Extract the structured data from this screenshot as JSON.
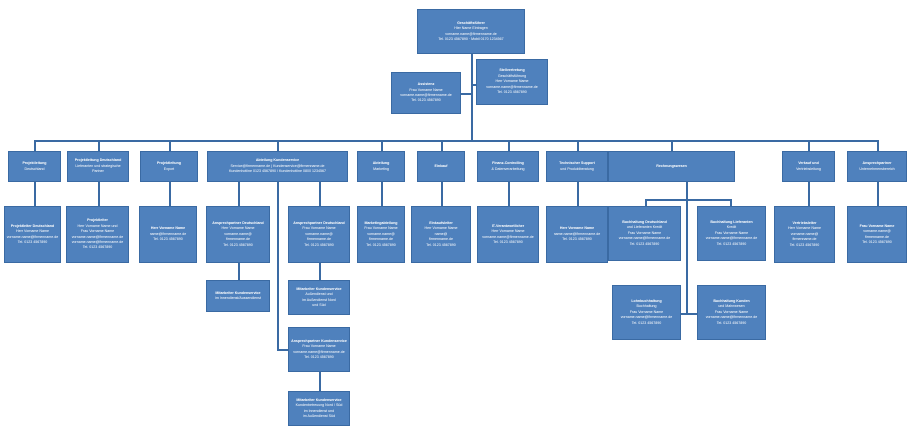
{
  "org_chart": {
    "boxes": [
      {
        "id": "root",
        "lines": [
          "Geschäftsführer",
          "Hier Name Eintragen",
          "vorname.name@firmenname.de",
          "Tel. 0123 4567890 · Mobil 0170 1234567"
        ]
      },
      {
        "id": "a1",
        "lines": [
          "Assistenz",
          "Frau Vorname Name",
          "vorname.name@firmenname.de",
          "Tel. 0123 4567890"
        ]
      },
      {
        "id": "a2",
        "lines": [
          "Stellvertretung",
          "Geschäftsführung",
          "Herr Vorname Name",
          "vorname.name@firmenname.de",
          "Tel. 0123 4567890"
        ]
      },
      {
        "id": "d1",
        "lines": [
          "Projektleitung",
          "Deutschland"
        ]
      },
      {
        "id": "d2",
        "lines": [
          "Projektleitung Deutschland",
          "Lieferanten und strategische",
          "Partner"
        ]
      },
      {
        "id": "d3",
        "lines": [
          "Projektleitung",
          "Export"
        ]
      },
      {
        "id": "d4",
        "lines": [
          "Abteilung Kundenservice",
          "Service@firmenname.de | Kundenservice@firmenname.de",
          "Kundenhotline 0123 4567890 / Kundenhotline 0800 1234567"
        ]
      },
      {
        "id": "d5",
        "lines": [
          "Abteilung",
          "Marketing"
        ]
      },
      {
        "id": "d6",
        "lines": [
          "Einkauf"
        ]
      },
      {
        "id": "d7",
        "lines": [
          "Finanz-Controlling",
          "& Datenverarbeitung"
        ]
      },
      {
        "id": "d8",
        "lines": [
          "Technischer Support",
          "und Produktberatung"
        ]
      },
      {
        "id": "d9",
        "lines": [
          "Rechnungswesen"
        ]
      },
      {
        "id": "d10",
        "lines": [
          "Verkauf und",
          "Vertriebsleitung"
        ]
      },
      {
        "id": "d11",
        "lines": [
          "Ansprechpartner",
          "Unternehmensbereich"
        ]
      },
      {
        "id": "s1",
        "lines": [
          "Projektleiter Deutschland",
          "Herr Vorname Name",
          "vorname.name@firmenname.de",
          "Tel. 0123 4567890"
        ]
      },
      {
        "id": "s2",
        "lines": [
          "Projektleiter",
          "Herr Vorname Name und",
          "Frau Vorname Name",
          "vorname.name@firmenname.de",
          "vorname.name@firmenname.de",
          "Tel. 0123 4567890"
        ]
      },
      {
        "id": "s3",
        "lines": [
          "Herr Vorname Name",
          "name@firmenname.de",
          "Tel. 0123 4567890"
        ]
      },
      {
        "id": "s4",
        "lines": [
          "Ansprechpartner Deutschland",
          "Herr Vorname Name",
          "vorname.name@",
          "firmenname.de",
          "Tel. 0123 4567890"
        ]
      },
      {
        "id": "s5",
        "lines": [
          "Ansprechpartner Deutschland",
          "Frau Vorname Name",
          "vorname.name@",
          "firmenname.de",
          "Tel. 0123 4567890"
        ]
      },
      {
        "id": "s6",
        "lines": [
          "Mitarbeiter Kundenservice",
          "im Innendienst/Aussendienst"
        ]
      },
      {
        "id": "s7",
        "lines": [
          "Mitarbeiter Kundenservice",
          "Außendienst und",
          "im Außendienst Nord",
          "und Süd"
        ]
      },
      {
        "id": "s8",
        "lines": [
          "Ansprechpartner Kundenservice",
          "Frau Vorname Name",
          "vorname.name@firmenname.de",
          "Tel. 0123 4567890"
        ]
      },
      {
        "id": "s9",
        "lines": [
          "Mitarbeiter Kundenservice",
          "Kundenbetreuung Nord / Süd",
          "im Innendienst und",
          "im Außendienst Süd"
        ]
      },
      {
        "id": "s10",
        "lines": [
          "Marketingabteilung",
          "Frau Vorname Name",
          "vorname.name@",
          "firmenname.de",
          "Tel. 0123 4567890"
        ]
      },
      {
        "id": "s11",
        "lines": [
          "Einkaufsleiter",
          "Herr Vorname Name",
          "name@",
          "firmenname.de",
          "Tel. 0123 4567890"
        ]
      },
      {
        "id": "s12",
        "lines": [
          "IT-Verantwortlicher",
          "Herr Vorname Name",
          "vorname.name@firmenname.de",
          "Tel. 0123 4567890"
        ]
      },
      {
        "id": "s13",
        "lines": [
          "Herr Vorname Name",
          "name.name@firmenname.de",
          "Tel. 0123 4567890"
        ]
      },
      {
        "id": "s14",
        "lines": [
          "Buchhaltung Deutschland",
          "und Lieferanten Kredit",
          "Frau Vorname Name",
          "vorname.name@firmenname.de",
          "Tel. 0123 4567890"
        ]
      },
      {
        "id": "s15",
        "lines": [
          "Buchhaltung Lieferanten",
          "Kredit",
          "Frau Vorname Name",
          "vorname.name@firmenname.de",
          "Tel. 0123 4567890"
        ]
      },
      {
        "id": "s16",
        "lines": [
          "Lohnbuchhaltung",
          "Buchhaltung",
          "Frau Vorname Name",
          "vorname.name@firmenname.de",
          "Tel. 0123 4567890"
        ]
      },
      {
        "id": "s17",
        "lines": [
          "Buchhaltung Kunden",
          "und Mahnwesen",
          "Frau Vorname Name",
          "vorname.name@firmenname.de",
          "Tel. 0123 4567890"
        ]
      },
      {
        "id": "s18",
        "lines": [
          "Vertriebsleiter",
          "Herr Vorname Name",
          "vorname.name@",
          "firmenname.de",
          "Tel. 0123 4567890"
        ]
      },
      {
        "id": "s19",
        "lines": [
          "Frau Vorname Name",
          "vorname.name@",
          "firmenname.de",
          "Tel. 0123 4567890"
        ]
      }
    ]
  }
}
